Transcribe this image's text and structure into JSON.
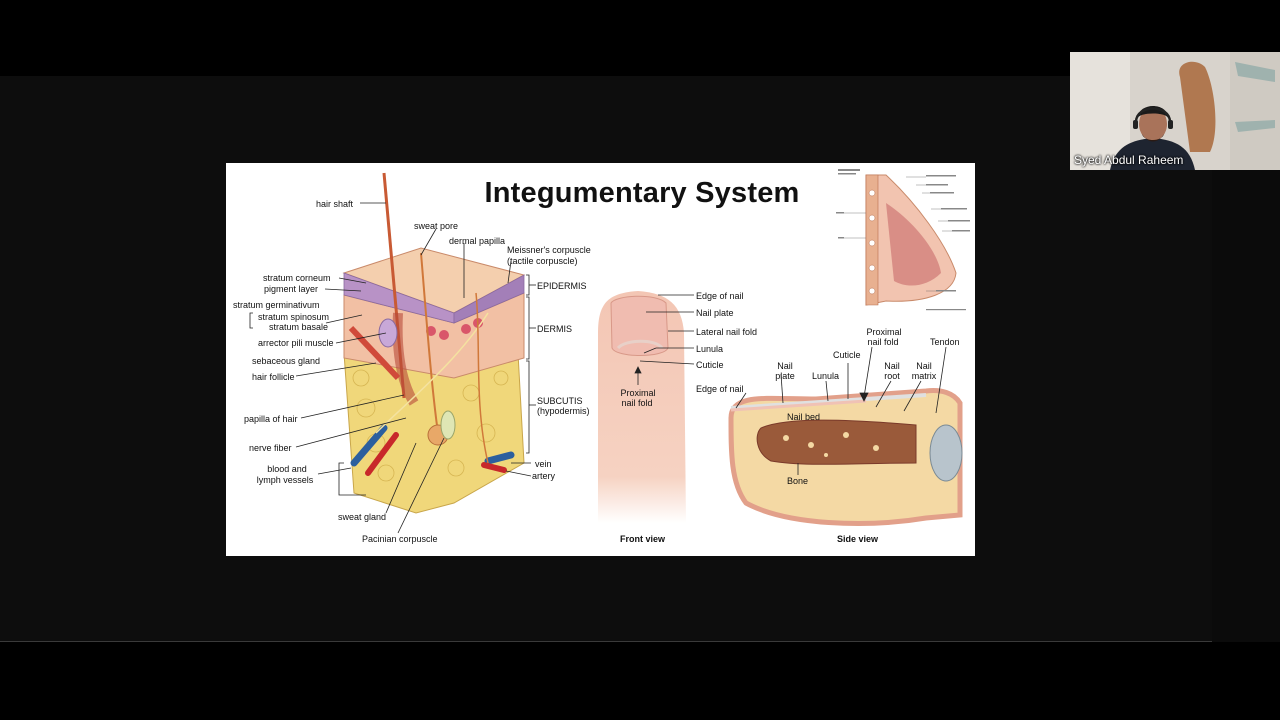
{
  "slide": {
    "title": "Integumentary System",
    "skin_labels": {
      "hair_shaft": "hair shaft",
      "sweat_pore": "sweat pore",
      "dermal_papilla": "dermal papilla",
      "meissner_1": "Meissner's corpuscle",
      "meissner_2": "(tactile corpuscle)",
      "stratum_corneum": "stratum corneum",
      "pigment_layer": "pigment layer",
      "stratum_germinativum": "stratum germinativum",
      "stratum_spinosum": "stratum spinosum",
      "stratum_basale": "stratum basale",
      "arrector_pili": "arrector pili muscle",
      "sebaceous_gland": "sebaceous gland",
      "hair_follicle": "hair follicle",
      "papilla_of_hair": "papilla of hair",
      "nerve_fiber": "nerve fiber",
      "blood_lymph_1": "blood and",
      "blood_lymph_2": "lymph vessels",
      "sweat_gland": "sweat gland",
      "pacinian": "Pacinian corpuscle",
      "epidermis": "EPIDERMIS",
      "dermis": "DERMIS",
      "subcutis_1": "SUBCUTIS",
      "subcutis_2": "(hypodermis)",
      "vein": "vein",
      "artery": "artery"
    },
    "nail_front": {
      "edge_of_nail": "Edge of nail",
      "nail_plate": "Nail plate",
      "lateral_nail_fold": "Lateral nail fold",
      "lunula": "Lunula",
      "cuticle": "Cuticle",
      "proximal_1": "Proximal",
      "proximal_2": "nail fold",
      "caption": "Front view"
    },
    "nail_side": {
      "tendon": "Tendon",
      "proximal_1": "Proximal",
      "proximal_2": "nail fold",
      "cuticle": "Cuticle",
      "nail_root_1": "Nail",
      "nail_root_2": "root",
      "nail_matrix_1": "Nail",
      "nail_matrix_2": "matrix",
      "nail_plate_1": "Nail",
      "nail_plate_2": "plate",
      "lunula": "Lunula",
      "edge_of_nail": "Edge of nail",
      "nail_bed": "Nail bed",
      "bone": "Bone",
      "caption": "Side view"
    }
  },
  "participant": {
    "name": "Syed Abdul Raheem"
  },
  "colors": {
    "epidermis": "#f2c9a8",
    "dermis": "#e9a27c",
    "fat": "#f0d77a",
    "vein": "#2c5f9e",
    "artery": "#c8282a",
    "nail": "#f0c2b5"
  }
}
